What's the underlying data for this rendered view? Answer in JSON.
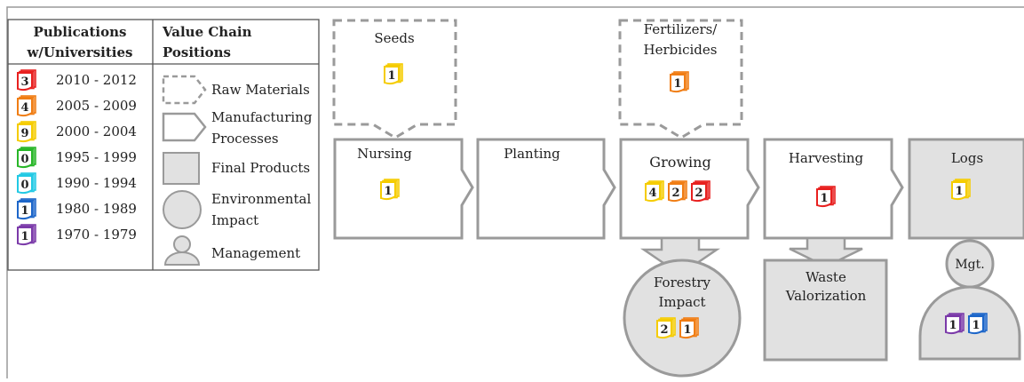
{
  "colors": {
    "year_2010_2012": "#e8201f",
    "year_2005_2009": "#f07d14",
    "year_2000_2004": "#f5cc00",
    "year_1995_1999": "#28b628",
    "year_1990_1994": "#22c9e4",
    "year_1980_1989": "#1d66c9",
    "year_1970_1979": "#7b3aa9",
    "outline": "#9a9a9a",
    "fill": "#e1e1e1"
  },
  "legend": {
    "pub_header_line1": "Publications",
    "pub_header_line2": "w/Universities",
    "vc_header_line1": "Value Chain",
    "vc_header_line2": "Positions",
    "rows": [
      {
        "count": "3",
        "range": "2010 - 2012",
        "color_key": "year_2010_2012"
      },
      {
        "count": "4",
        "range": "2005 - 2009",
        "color_key": "year_2005_2009"
      },
      {
        "count": "9",
        "range": "2000 - 2004",
        "color_key": "year_2000_2004"
      },
      {
        "count": "0",
        "range": "1995 - 1999",
        "color_key": "year_1995_1999"
      },
      {
        "count": "0",
        "range": "1990 - 1994",
        "color_key": "year_1990_1994"
      },
      {
        "count": "1",
        "range": "1980 - 1989",
        "color_key": "year_1980_1989"
      },
      {
        "count": "1",
        "range": "1970 - 1979",
        "color_key": "year_1970_1979"
      }
    ],
    "positions": {
      "raw_materials": "Raw Materials",
      "manufacturing_line1": "Manufacturing",
      "manufacturing_line2": "Processes",
      "final_products": "Final Products",
      "environmental_line1": "Environmental",
      "environmental_line2": "Impact",
      "management": "Management"
    }
  },
  "diagram": {
    "seeds": {
      "label": "Seeds",
      "badges": [
        {
          "count": "1",
          "color_key": "year_2000_2004"
        }
      ]
    },
    "fertilizers": {
      "label_line1": "Fertilizers/",
      "label_line2": "Herbicides",
      "badges": [
        {
          "count": "1",
          "color_key": "year_2005_2009"
        }
      ]
    },
    "nursing": {
      "label": "Nursing",
      "badges": [
        {
          "count": "1",
          "color_key": "year_2000_2004"
        }
      ]
    },
    "planting": {
      "label": "Planting",
      "badges": []
    },
    "growing": {
      "label": "Growing",
      "badges": [
        {
          "count": "4",
          "color_key": "year_2000_2004"
        },
        {
          "count": "2",
          "color_key": "year_2005_2009"
        },
        {
          "count": "2",
          "color_key": "year_2010_2012"
        }
      ]
    },
    "harvesting": {
      "label": "Harvesting",
      "badges": [
        {
          "count": "1",
          "color_key": "year_2010_2012"
        }
      ]
    },
    "logs": {
      "label": "Logs",
      "badges": [
        {
          "count": "1",
          "color_key": "year_2000_2004"
        }
      ]
    },
    "forestry_impact": {
      "label_line1": "Forestry",
      "label_line2": "Impact",
      "badges": [
        {
          "count": "2",
          "color_key": "year_2000_2004"
        },
        {
          "count": "1",
          "color_key": "year_2005_2009"
        }
      ]
    },
    "waste_valorization": {
      "label_line1": "Waste",
      "label_line2": "Valorization",
      "badges": []
    },
    "management": {
      "label": "Mgt.",
      "badges": [
        {
          "count": "1",
          "color_key": "year_1970_1979"
        },
        {
          "count": "1",
          "color_key": "year_1980_1989"
        }
      ]
    }
  }
}
